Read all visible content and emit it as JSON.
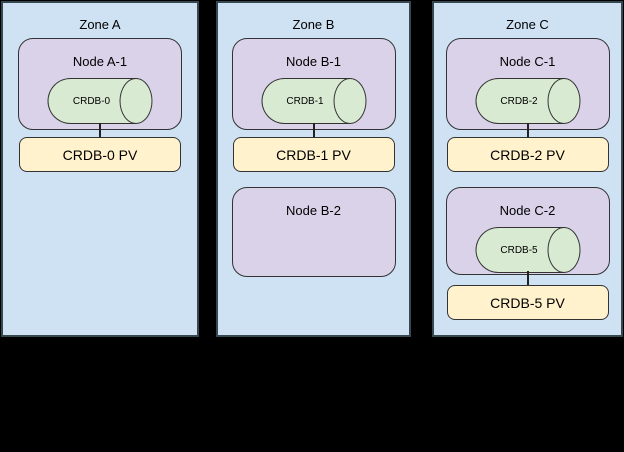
{
  "diagram": {
    "description": "Kubernetes zones with CockroachDB pods and persistent volumes",
    "colors": {
      "canvas_bg": "#000000",
      "zone_fill": "#cfe2f3",
      "zone_border": "#37474f",
      "node_fill": "#d9d2e9",
      "node_border": "#333333",
      "pod_fill": "#d9ead3",
      "pod_border": "#333333",
      "pv_fill": "#fff2cc",
      "pv_border": "#333333",
      "connector": "#222222",
      "text": "#000000"
    },
    "zones": [
      {
        "label": "Zone A",
        "nodes": [
          {
            "label": "Node A-1",
            "pod": "CRDB-0",
            "pv": "CRDB-0 PV"
          }
        ]
      },
      {
        "label": "Zone B",
        "nodes": [
          {
            "label": "Node B-1",
            "pod": "CRDB-1",
            "pv": "CRDB-1 PV"
          },
          {
            "label": "Node B-2"
          }
        ]
      },
      {
        "label": "Zone C",
        "nodes": [
          {
            "label": "Node C-1",
            "pod": "CRDB-2",
            "pv": "CRDB-2 PV"
          },
          {
            "label": "Node C-2",
            "pod": "CRDB-5",
            "pv": "CRDB-5 PV"
          }
        ]
      }
    ]
  }
}
